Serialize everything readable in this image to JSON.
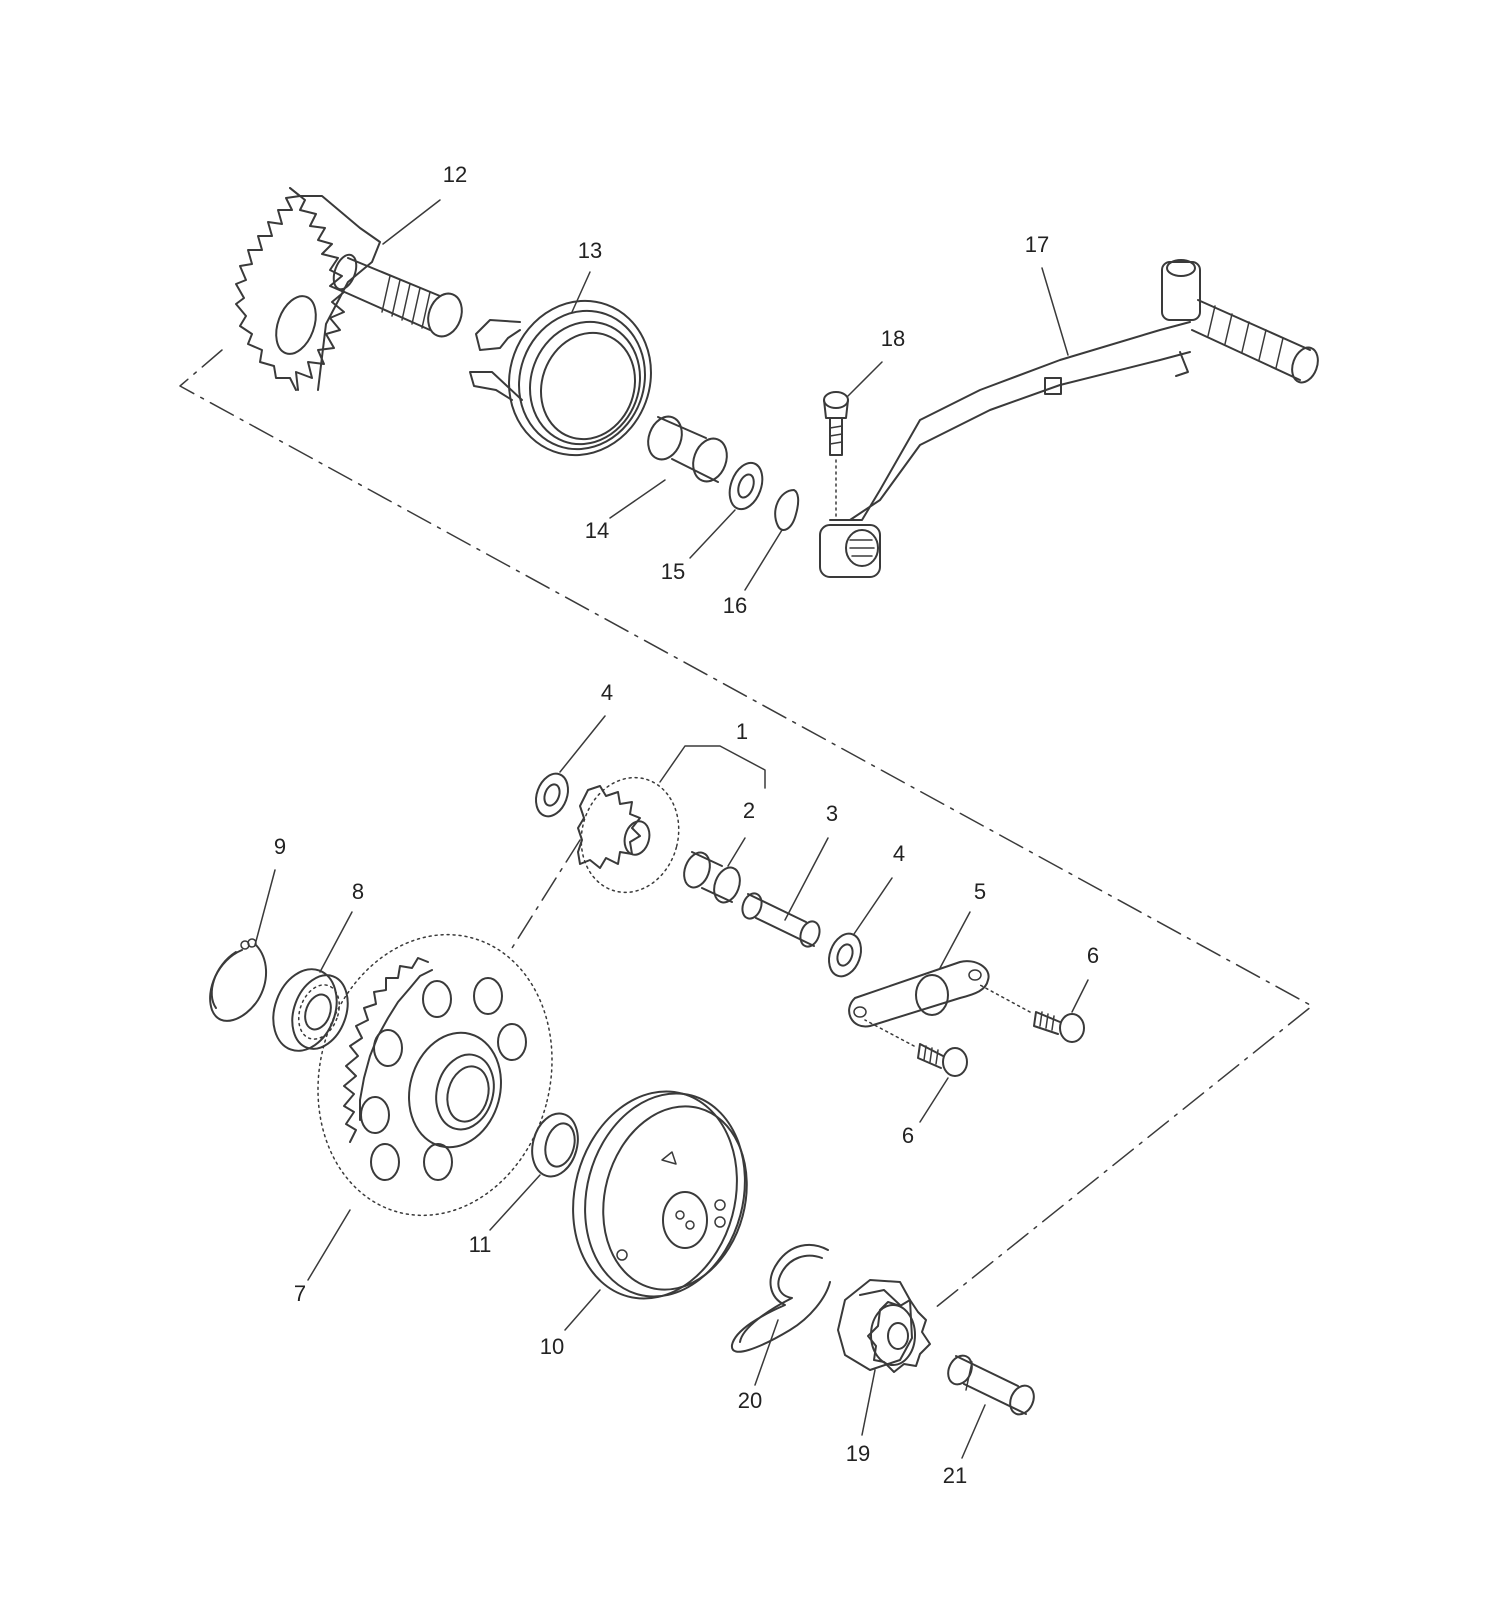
{
  "callouts": [
    {
      "id": "12",
      "text": "12"
    },
    {
      "id": "13",
      "text": "13"
    },
    {
      "id": "17",
      "text": "17"
    },
    {
      "id": "18",
      "text": "18"
    },
    {
      "id": "14",
      "text": "14"
    },
    {
      "id": "15",
      "text": "15"
    },
    {
      "id": "16",
      "text": "16"
    },
    {
      "id": "4a",
      "text": "4"
    },
    {
      "id": "1",
      "text": "1"
    },
    {
      "id": "2",
      "text": "2"
    },
    {
      "id": "3",
      "text": "3"
    },
    {
      "id": "4b",
      "text": "4"
    },
    {
      "id": "9",
      "text": "9"
    },
    {
      "id": "8",
      "text": "8"
    },
    {
      "id": "5",
      "text": "5"
    },
    {
      "id": "6a",
      "text": "6"
    },
    {
      "id": "6b",
      "text": "6"
    },
    {
      "id": "11",
      "text": "11"
    },
    {
      "id": "7",
      "text": "7"
    },
    {
      "id": "10",
      "text": "10"
    },
    {
      "id": "20",
      "text": "20"
    },
    {
      "id": "19",
      "text": "19"
    },
    {
      "id": "21",
      "text": "21"
    }
  ]
}
